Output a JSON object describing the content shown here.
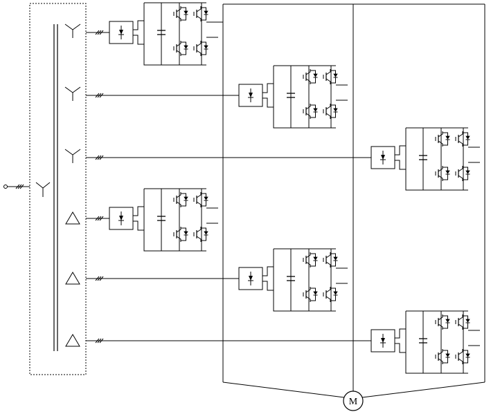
{
  "diagram": {
    "motor_label": "M",
    "transformer": {
      "primary_winding": "wye",
      "secondary_windings": [
        "wye",
        "wye",
        "wye",
        "delta",
        "delta",
        "delta"
      ]
    },
    "cells": [
      {
        "id": "cell-1",
        "winding": "wye"
      },
      {
        "id": "cell-2",
        "winding": "wye"
      },
      {
        "id": "cell-3",
        "winding": "wye"
      },
      {
        "id": "cell-4",
        "winding": "delta"
      },
      {
        "id": "cell-5",
        "winding": "delta"
      },
      {
        "id": "cell-6",
        "winding": "delta"
      }
    ],
    "colors": {
      "line": "#000000",
      "background": "#ffffff"
    }
  }
}
